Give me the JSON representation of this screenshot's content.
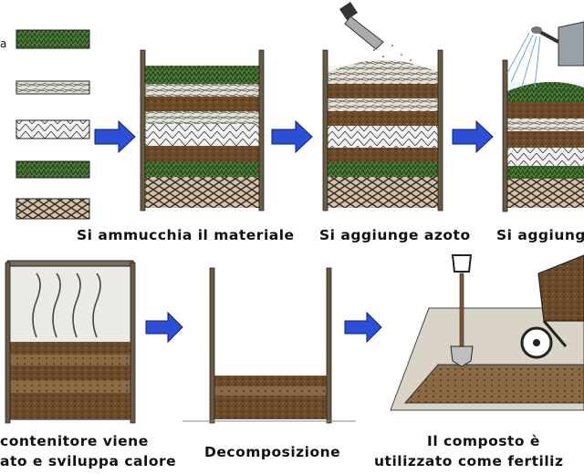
{
  "legend_labels": [
    "a"
  ],
  "captions": {
    "step1": "Si ammucchia il materiale",
    "step2": "Si aggiunge azoto",
    "step3": "Si aggiung",
    "step4_line1": "contenitore viene",
    "step4_line2": "ato e sviluppa calore",
    "step5": "Decomposizione",
    "step6_line1": "Il composto è",
    "step6_line2": "utilizzato come fertiliz"
  },
  "arrow_color": "#2b4fd6",
  "icons": {
    "trowel": "trowel-icon",
    "watering_can": "watering-can-icon",
    "shovel": "shovel-icon",
    "wheelbarrow": "wheelbarrow-icon"
  }
}
